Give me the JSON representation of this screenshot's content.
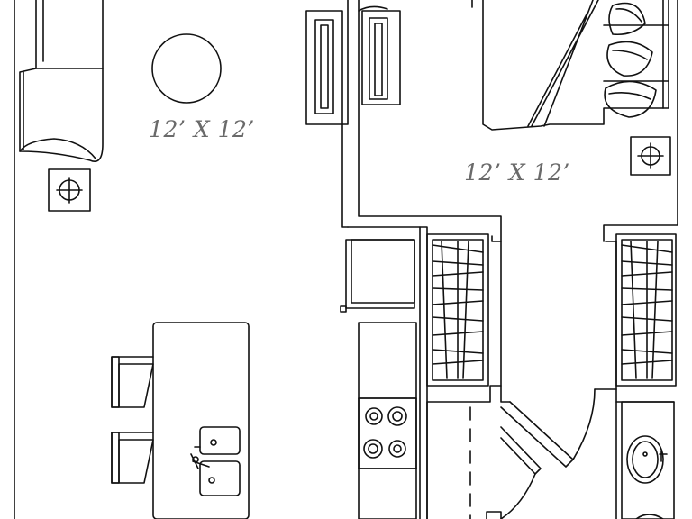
{
  "floorplan": {
    "colors": {
      "line": "#111111",
      "wall_fill": "#ffffff",
      "label": "#6a6a6a",
      "background": "#ffffff"
    },
    "rooms": [
      {
        "name": "living-room",
        "label": "12’ X 12’"
      },
      {
        "name": "bedroom",
        "label": "12’ X 12’"
      }
    ],
    "fixtures": [
      "sofa",
      "round-table",
      "floor-outlet",
      "bed",
      "pillows",
      "wardrobe",
      "closet",
      "refrigerator",
      "stove",
      "kitchen-island",
      "bar-stool",
      "double-sink",
      "bath-sink",
      "door"
    ]
  }
}
